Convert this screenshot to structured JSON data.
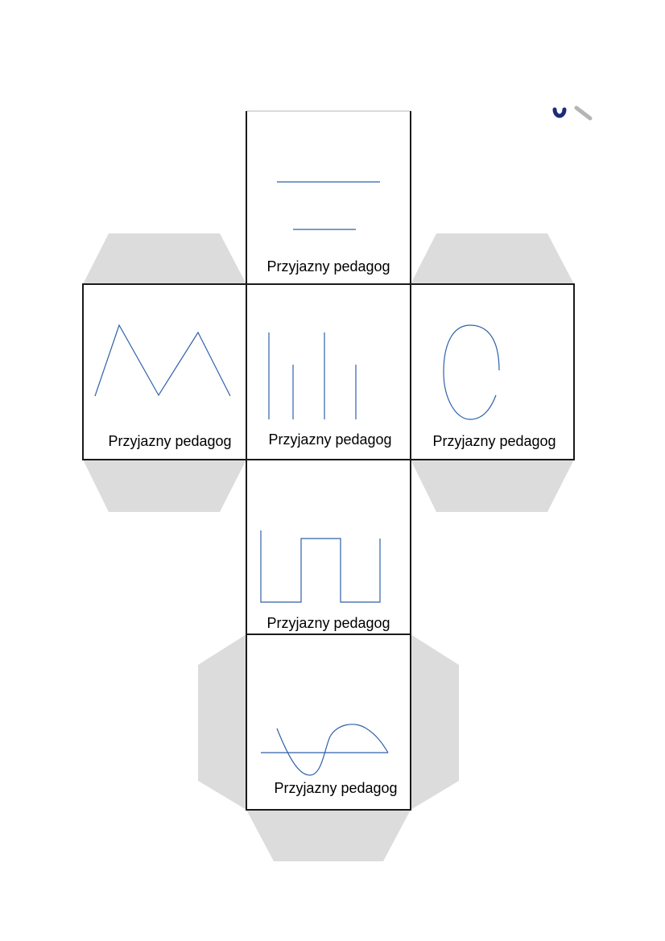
{
  "faces": [
    {
      "id": "top",
      "caption": "Przyjazny pedagog",
      "pattern": "two-horizontal-lines"
    },
    {
      "id": "left",
      "caption": "Przyjazny pedagog",
      "pattern": "zigzag"
    },
    {
      "id": "center",
      "caption": "Przyjazny pedagog",
      "pattern": "vertical-lines"
    },
    {
      "id": "right",
      "caption": "Przyjazny pedagog",
      "pattern": "arc"
    },
    {
      "id": "lower",
      "caption": "Przyjazny pedagog",
      "pattern": "square-wave"
    },
    {
      "id": "bottom",
      "caption": "Przyjazny pedagog",
      "pattern": "sine-wave"
    }
  ],
  "colors": {
    "line": "#2f62a8",
    "tab": "#dcdcdc",
    "outline": "#1a1a1a",
    "logo_dark": "#1f2a78",
    "logo_grey": "#b5b5b5"
  }
}
